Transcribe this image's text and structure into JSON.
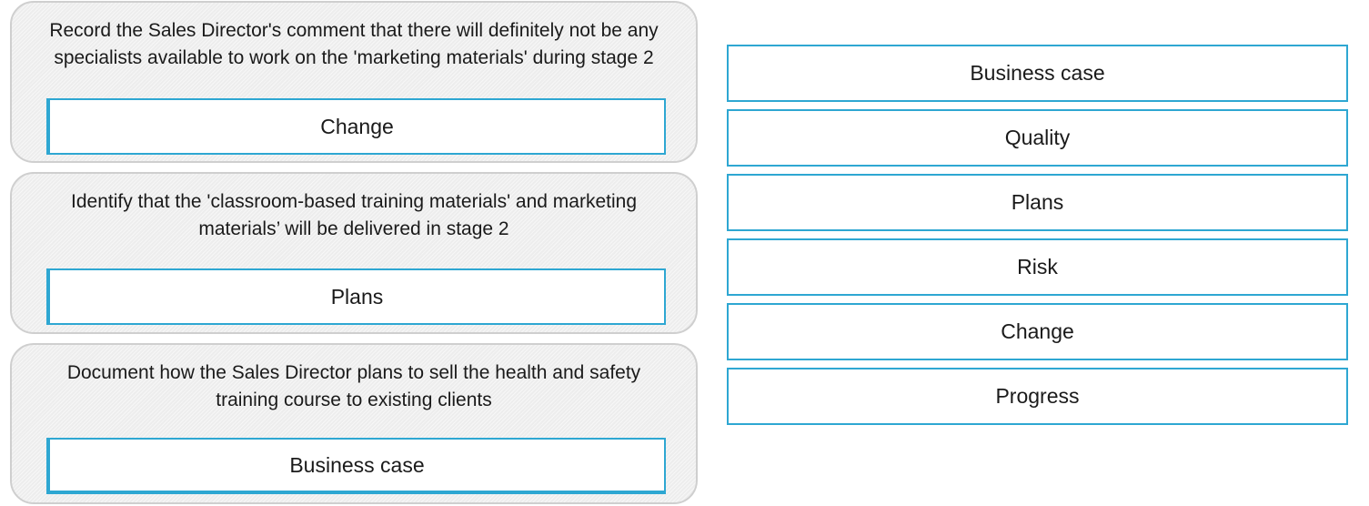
{
  "questions": [
    {
      "text": "Record the Sales Director's comment that there will definitely not be any specialists available to work on the 'marketing materials' during stage 2",
      "answer": "Change"
    },
    {
      "text": "Identify that the 'classroom-based training materials' and marketing materials’ will be delivered in stage 2",
      "answer": "Plans"
    },
    {
      "text": "Document how the Sales Director plans to sell the health and safety training course to existing clients",
      "answer": "Business case"
    }
  ],
  "options": [
    "Business case",
    "Quality",
    "Plans",
    "Risk",
    "Change",
    "Progress"
  ],
  "colors": {
    "accent": "#2ea7d2",
    "card_background": "#ededed",
    "card_border": "#cfcfcf"
  }
}
